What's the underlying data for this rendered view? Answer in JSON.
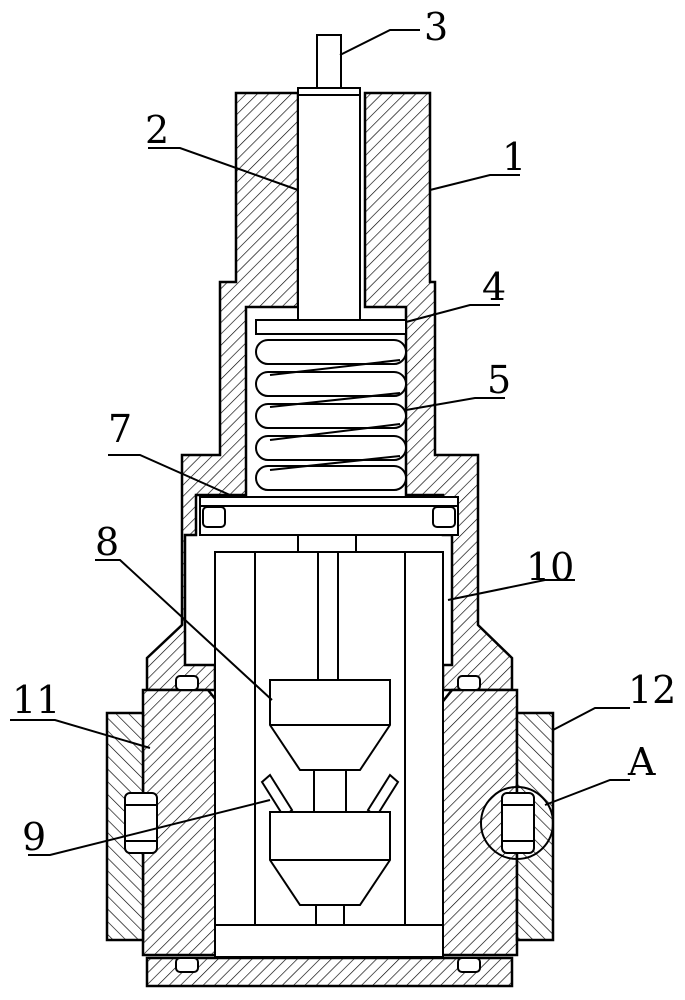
{
  "labels": {
    "l1": "1",
    "l2": "2",
    "l3": "3",
    "l4": "4",
    "l5": "5",
    "l7": "7",
    "l8": "8",
    "l9": "9",
    "l10": "10",
    "l11": "11",
    "l12": "12",
    "lA": "A"
  },
  "style": {
    "line_color": "#000000",
    "background": "#ffffff"
  }
}
